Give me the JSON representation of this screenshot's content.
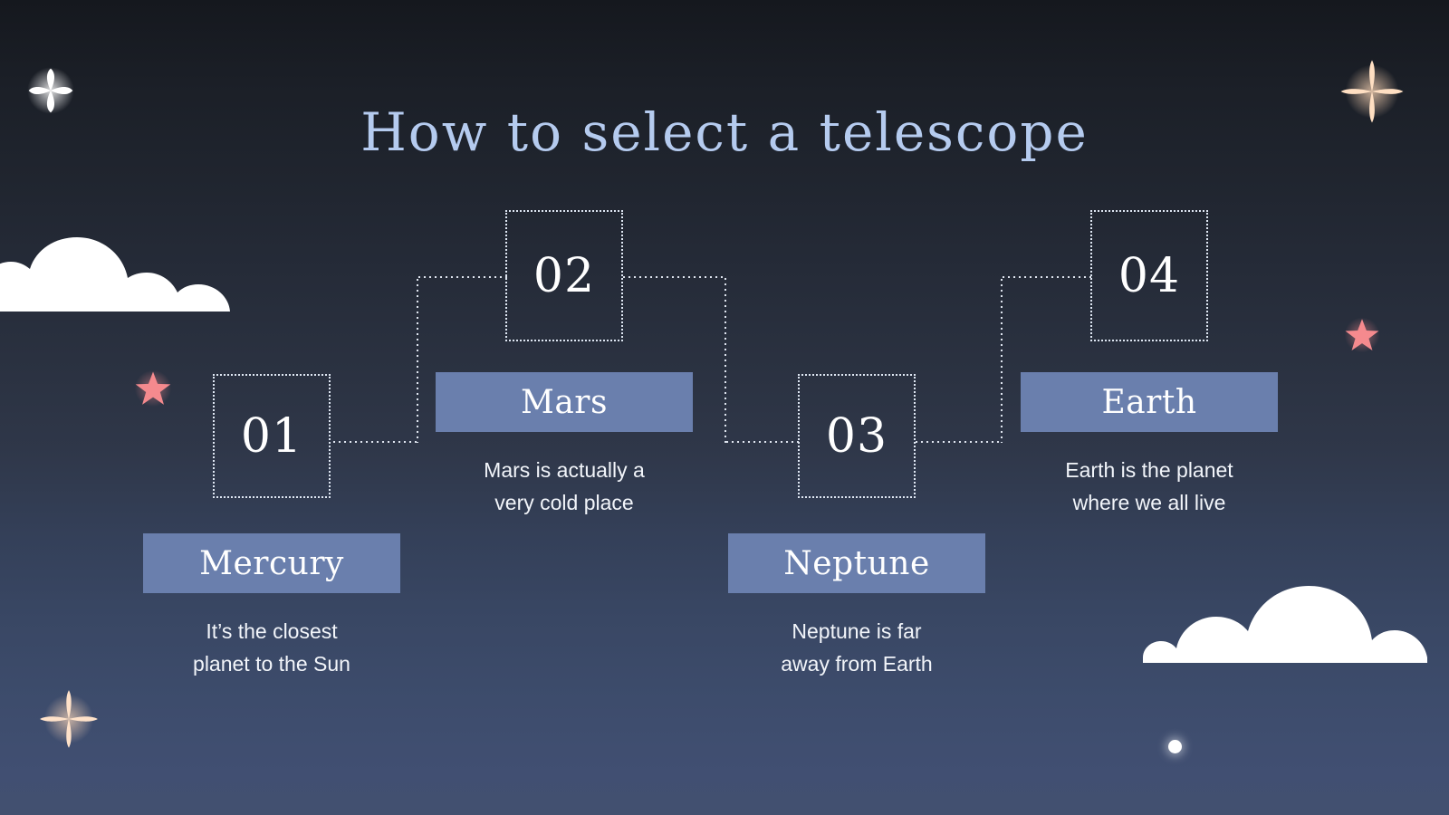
{
  "slide": {
    "title": "How to select a telescope",
    "background": {
      "top_color": "#15181e",
      "bottom_color": "#42506f"
    },
    "accent_color": "#6a7fad",
    "title_color": "#b5cbef",
    "star_pink": "#f58a8e",
    "star_peach": "#ffd9b8"
  },
  "steps": [
    {
      "number": "01",
      "planet": "Mercury",
      "description": "It’s the closest\nplanet to the Sun",
      "desc_line1": "It’s the closest",
      "desc_line2": "planet to the Sun"
    },
    {
      "number": "02",
      "planet": "Mars",
      "description": "Mars is actually a\nvery cold place",
      "desc_line1": "Mars is actually a",
      "desc_line2": "very cold place"
    },
    {
      "number": "03",
      "planet": "Neptune",
      "description": "Neptune is far\naway from Earth",
      "desc_line1": "Neptune is far",
      "desc_line2": "away from Earth"
    },
    {
      "number": "04",
      "planet": "Earth",
      "description": "Earth is the planet\nwhere we all live",
      "desc_line1": "Earth is the planet",
      "desc_line2": "where we all live"
    }
  ],
  "decorations": {
    "cloud_top_left": "cloud-shape",
    "cloud_bottom_right": "cloud-shape",
    "sparkle_top_left": "four-point-star-icon",
    "sparkle_top_right": "four-point-star-icon",
    "sparkle_bottom_left": "four-point-star-icon",
    "star_left": "five-point-star-icon",
    "star_right": "five-point-star-icon",
    "moon_dot": "moon-dot-icon"
  }
}
